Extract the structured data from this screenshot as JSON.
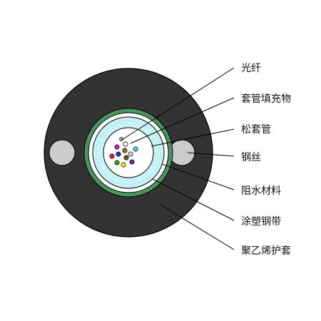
{
  "labels": {
    "optical_fiber": "光纤",
    "tube_filling": "套管填充物",
    "loose_tube": "松套管",
    "steel_wire": "钢丝",
    "water_blocking": "阻水材料",
    "coated_steel_tape": "涂塑钢带",
    "pe_sheath": "聚乙烯护套"
  },
  "colors": {
    "sheath": "#333333",
    "steel_wire": "#cccccc",
    "steel_tape": "#4f9a64",
    "water_blocking": "#ffffff",
    "tube": "#c9f2f6",
    "gel": "#ffffff",
    "fibers": [
      "#d81b9a",
      "#ffffff",
      "#8a6a3c",
      "#c8ccd0",
      "#e52323",
      "#2b2fd6",
      "#7a4a22",
      "#46d1dd",
      "#2e9c2e",
      "#f2e20c",
      "#7a2a8a",
      "#9a9a9a"
    ]
  }
}
